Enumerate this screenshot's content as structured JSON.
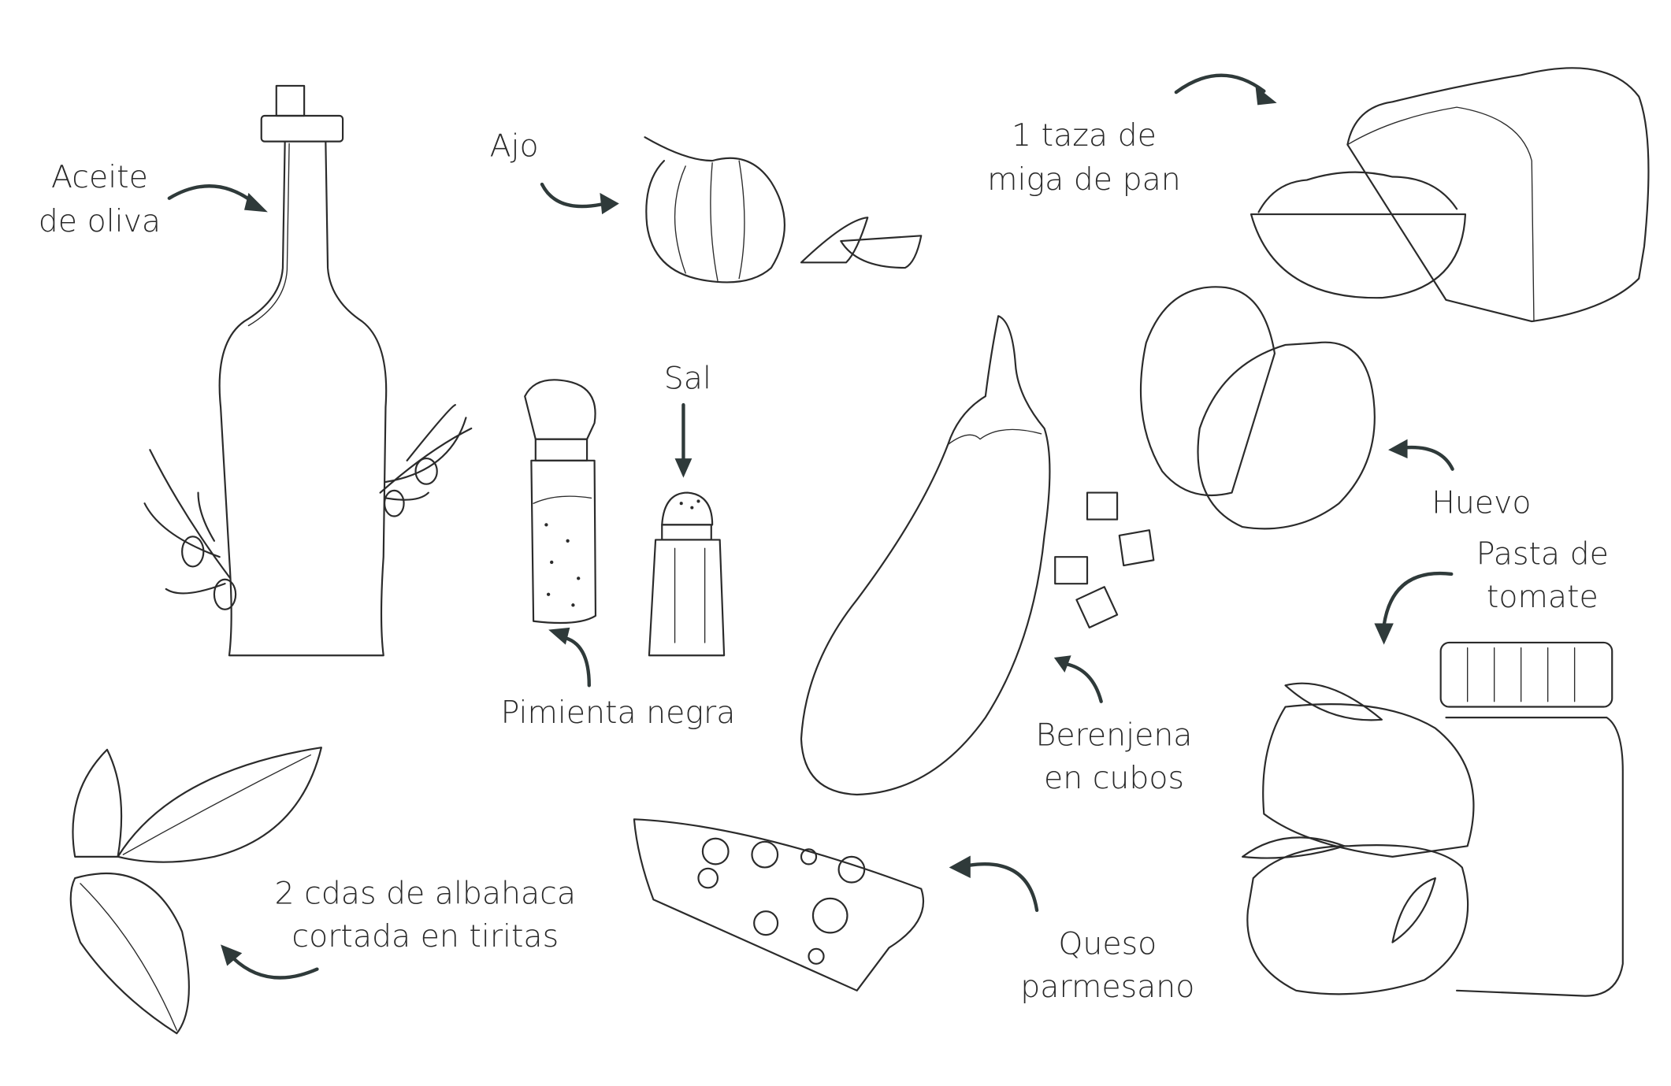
{
  "labels": {
    "olive_oil": [
      "Aceite",
      "de oliva"
    ],
    "garlic": "Ajo",
    "bread": [
      "1 taza de",
      "miga de pan"
    ],
    "salt": "Sal",
    "pepper": "Pimienta negra",
    "egg": "Huevo",
    "tomato_paste": [
      "Pasta de",
      "tomate"
    ],
    "eggplant": [
      "Berenjena",
      "en cubos"
    ],
    "basil": [
      "2 cdas de albahaca",
      "cortada en tiritas"
    ],
    "cheese": [
      "Queso",
      "parmesano"
    ]
  },
  "colors": {
    "ink": "#2b2b2b",
    "arrow": "#2f3a3a",
    "background": "#ffffff"
  }
}
